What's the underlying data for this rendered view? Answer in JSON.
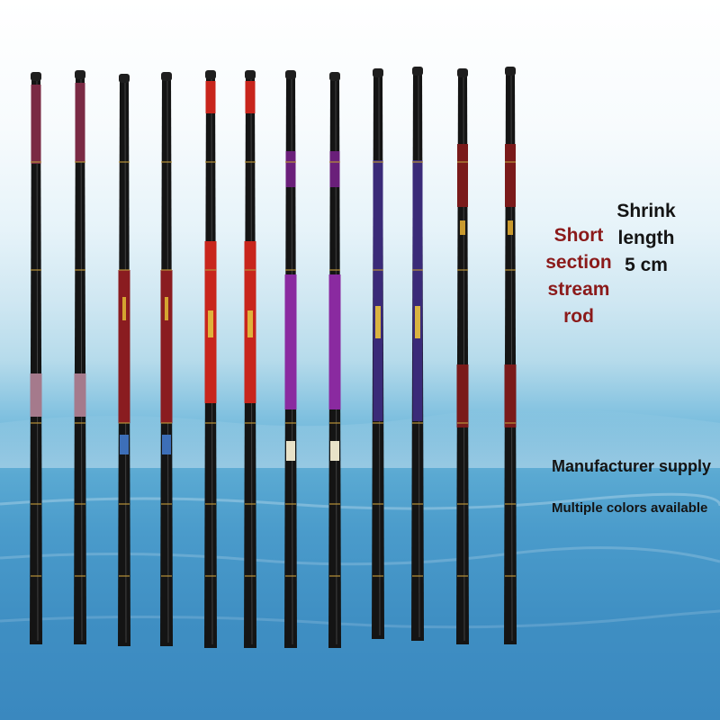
{
  "product": {
    "short_section_lines": [
      "Short",
      "section",
      "stream",
      "rod"
    ],
    "shrink_lines": [
      "Shrink",
      "length",
      "5 cm"
    ],
    "manufacturer": "Manufacturer supply",
    "colors_available": "Multiple colors available"
  },
  "rods": [
    {
      "name": "rod-1",
      "accent": "#7a2a44",
      "variant": "burgundy-tip"
    },
    {
      "name": "rod-2",
      "accent": "#7a2a44",
      "variant": "burgundy-tip"
    },
    {
      "name": "rod-3",
      "accent": "#8a1c20",
      "variant": "red-band"
    },
    {
      "name": "rod-4",
      "accent": "#8a1c20",
      "variant": "red-band"
    },
    {
      "name": "rod-5",
      "accent": "#c8251c",
      "variant": "bright-red"
    },
    {
      "name": "rod-6",
      "accent": "#c8251c",
      "variant": "bright-red"
    },
    {
      "name": "rod-7",
      "accent": "#6a1f7a",
      "variant": "purple"
    },
    {
      "name": "rod-8",
      "accent": "#6a1f7a",
      "variant": "purple"
    },
    {
      "name": "rod-9",
      "accent": "#3a2a78",
      "variant": "indigo"
    },
    {
      "name": "rod-10",
      "accent": "#3a2a78",
      "variant": "indigo"
    },
    {
      "name": "rod-11",
      "accent": "#7a1a1a",
      "variant": "ornate"
    },
    {
      "name": "rod-12",
      "accent": "#7a1a1a",
      "variant": "ornate"
    }
  ]
}
